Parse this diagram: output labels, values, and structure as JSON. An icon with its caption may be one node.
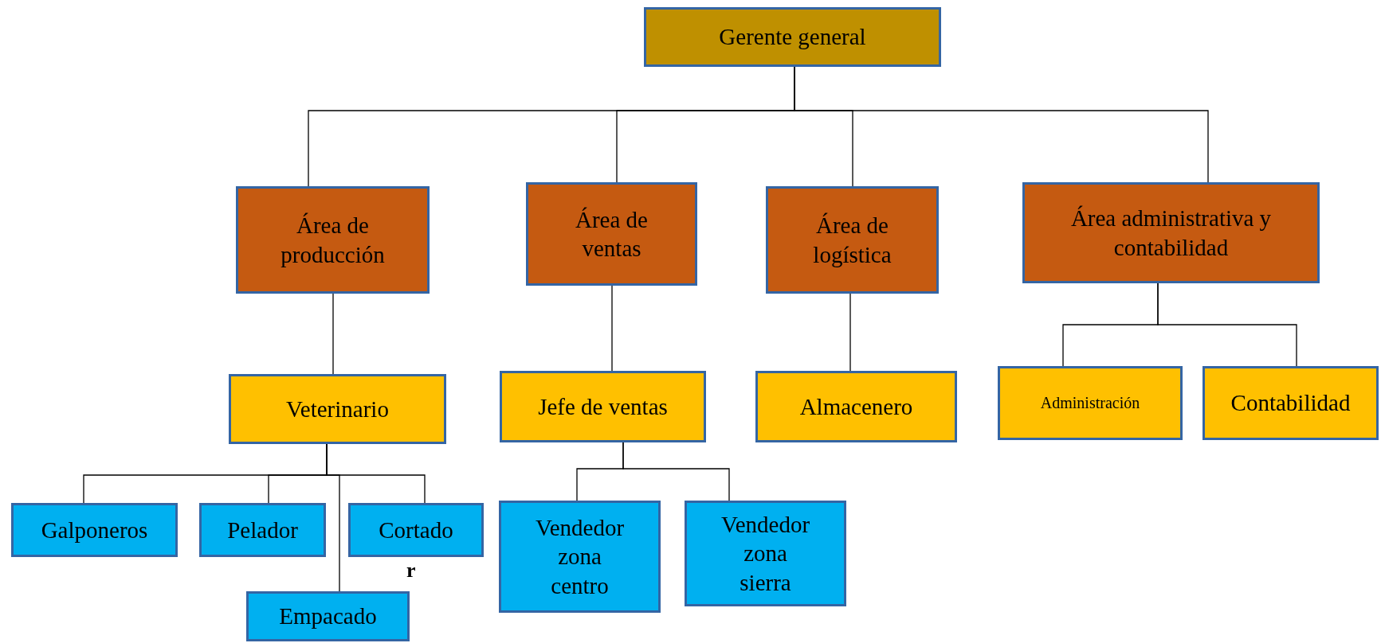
{
  "diagram": {
    "nodes": [
      {
        "text": [
          "Gerente general"
        ]
      },
      {
        "text": [
          "Área de producción"
        ]
      },
      {
        "text": [
          "Área de ventas"
        ]
      },
      {
        "text": [
          "Área de logística"
        ]
      },
      {
        "text": [
          "Área administrativa y contabilidad"
        ]
      },
      {
        "text": [
          "Veterinario"
        ]
      },
      {
        "text": [
          "Jefe de ventas"
        ]
      },
      {
        "text": [
          "Almacenero"
        ]
      },
      {
        "text": [
          "Administración"
        ]
      },
      {
        "text": [
          "Contabilidad"
        ]
      },
      {
        "text": [
          "Galponeros"
        ]
      },
      {
        "text": [
          "Pelador"
        ]
      },
      {
        "text": [
          "Cortado"
        ],
        "beside": [
          "r"
        ]
      },
      {
        "text": [
          "Empacado"
        ]
      },
      {
        "text": [
          "Vendedor zona centro"
        ]
      },
      {
        "text": [
          "Vendedor zona sierra"
        ]
      }
    ],
    "edges": [
      {
        "from": 0,
        "to": 1,
        "arrow": "none"
      },
      {
        "from": 0,
        "to": 2,
        "arrow": "none"
      },
      {
        "from": 0,
        "to": 3,
        "arrow": "none"
      },
      {
        "from": 0,
        "to": 4,
        "arrow": "none"
      },
      {
        "from": 1,
        "to": 5,
        "arrow": "none"
      },
      {
        "from": 2,
        "to": 6,
        "arrow": "none"
      },
      {
        "from": 3,
        "to": 7,
        "arrow": "none"
      },
      {
        "from": 4,
        "to": 8,
        "arrow": "none"
      },
      {
        "from": 4,
        "to": 9,
        "arrow": "none"
      },
      {
        "from": 5,
        "to": 10,
        "arrow": "none"
      },
      {
        "from": 5,
        "to": 11,
        "arrow": "none"
      },
      {
        "from": 5,
        "to": 12,
        "arrow": "none"
      },
      {
        "from": 5,
        "to": 13,
        "arrow": "none"
      },
      {
        "from": 6,
        "to": 14,
        "arrow": "none"
      },
      {
        "from": 6,
        "to": 15,
        "arrow": "none"
      }
    ]
  }
}
